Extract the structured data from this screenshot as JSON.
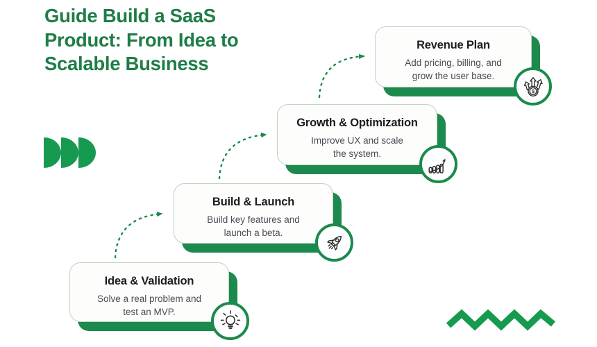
{
  "title": "Guide Build a SaaS\nProduct: From Idea to\nScalable Business",
  "colors": {
    "title_green": "#1f7d47",
    "accent_green": "#1b8a4c",
    "decoration_green": "#169a4f",
    "card_background": "#fdfdfc",
    "heading_text": "#1b1d1f",
    "body_text": "#474d52"
  },
  "steps": [
    {
      "title": "Idea & Validation",
      "description": "Solve a real problem and\ntest an MVP.",
      "icon": "lightbulb-icon"
    },
    {
      "title": "Build & Launch",
      "description": "Build key features and\nlaunch a beta.",
      "icon": "rocket-icon"
    },
    {
      "title": "Growth & Optimization",
      "description": "Improve UX and scale\nthe system.",
      "icon": "growth-chart-icon"
    },
    {
      "title": "Revenue Plan",
      "description": "Add pricing, billing, and\ngrow the user base.",
      "icon": "money-growth-icon"
    }
  ],
  "decorations": {
    "left_shape": "three-half-disc-shapes",
    "bottom_right_shape": "zigzag-line",
    "connectors": "dashed-curved-arrows"
  }
}
